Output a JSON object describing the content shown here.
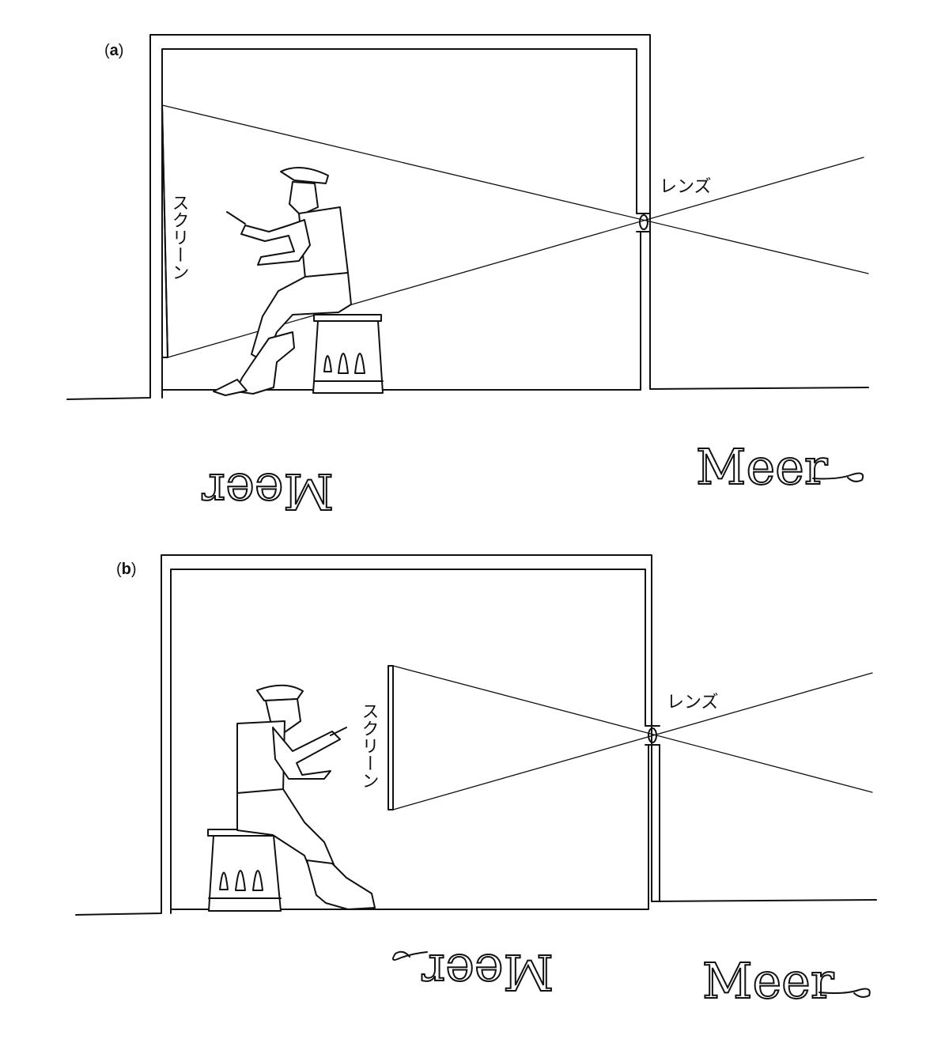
{
  "panels": [
    {
      "label_open": "(",
      "label_letter": "a",
      "label_close": ")",
      "screen_label": "スクリーン",
      "lens_label": "レンズ",
      "signature_image": "Meer",
      "signature_object": "Meer"
    },
    {
      "label_open": "(",
      "label_letter": "b",
      "label_close": ")",
      "screen_label": "スクリーン",
      "lens_label": "レンズ",
      "signature_image": "Meer",
      "signature_object": "Meer"
    }
  ]
}
